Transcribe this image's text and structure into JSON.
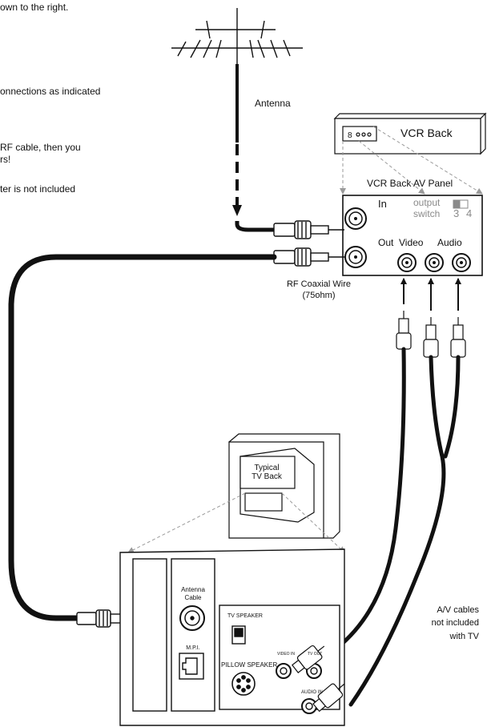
{
  "instructions": {
    "line1": "own to the right.",
    "line2": "onnections as indicated",
    "line3": "RF cable, then you",
    "line4": "rs!",
    "line5": "ter is not included"
  },
  "labels": {
    "antenna": "Antenna",
    "vcr_back": "VCR Back",
    "vcr_panel": "VCR Back AV Panel",
    "in": "In",
    "out": "Out",
    "video": "Video",
    "audio": "Audio",
    "output_switch_line1": "output",
    "output_switch_line2": "switch",
    "switch_3": "3",
    "switch_4": "4",
    "rf_wire_line1": "RF Coaxial Wire",
    "rf_wire_line2": "(75ohm)",
    "typical_tv_line1": "Typical",
    "typical_tv_line2": "TV Back",
    "antenna_cable_line1": "Antenna",
    "antenna_cable_line2": "Cable",
    "mpi": "M.P.I.",
    "tv_speaker": "TV SPEAKER",
    "pillow_speaker": "PILLOW SPEAKER",
    "video_in": "VIDEO IN",
    "tv_out": "TV OUT",
    "audio_in": "AUDIO IN",
    "av_cables_line1": "A/V cables",
    "av_cables_line2": "not included",
    "av_cables_line3": "with TV"
  },
  "colors": {
    "ink": "#111111",
    "dashed_gray": "#9a9a9a",
    "muted_text": "#8a8a8a"
  }
}
